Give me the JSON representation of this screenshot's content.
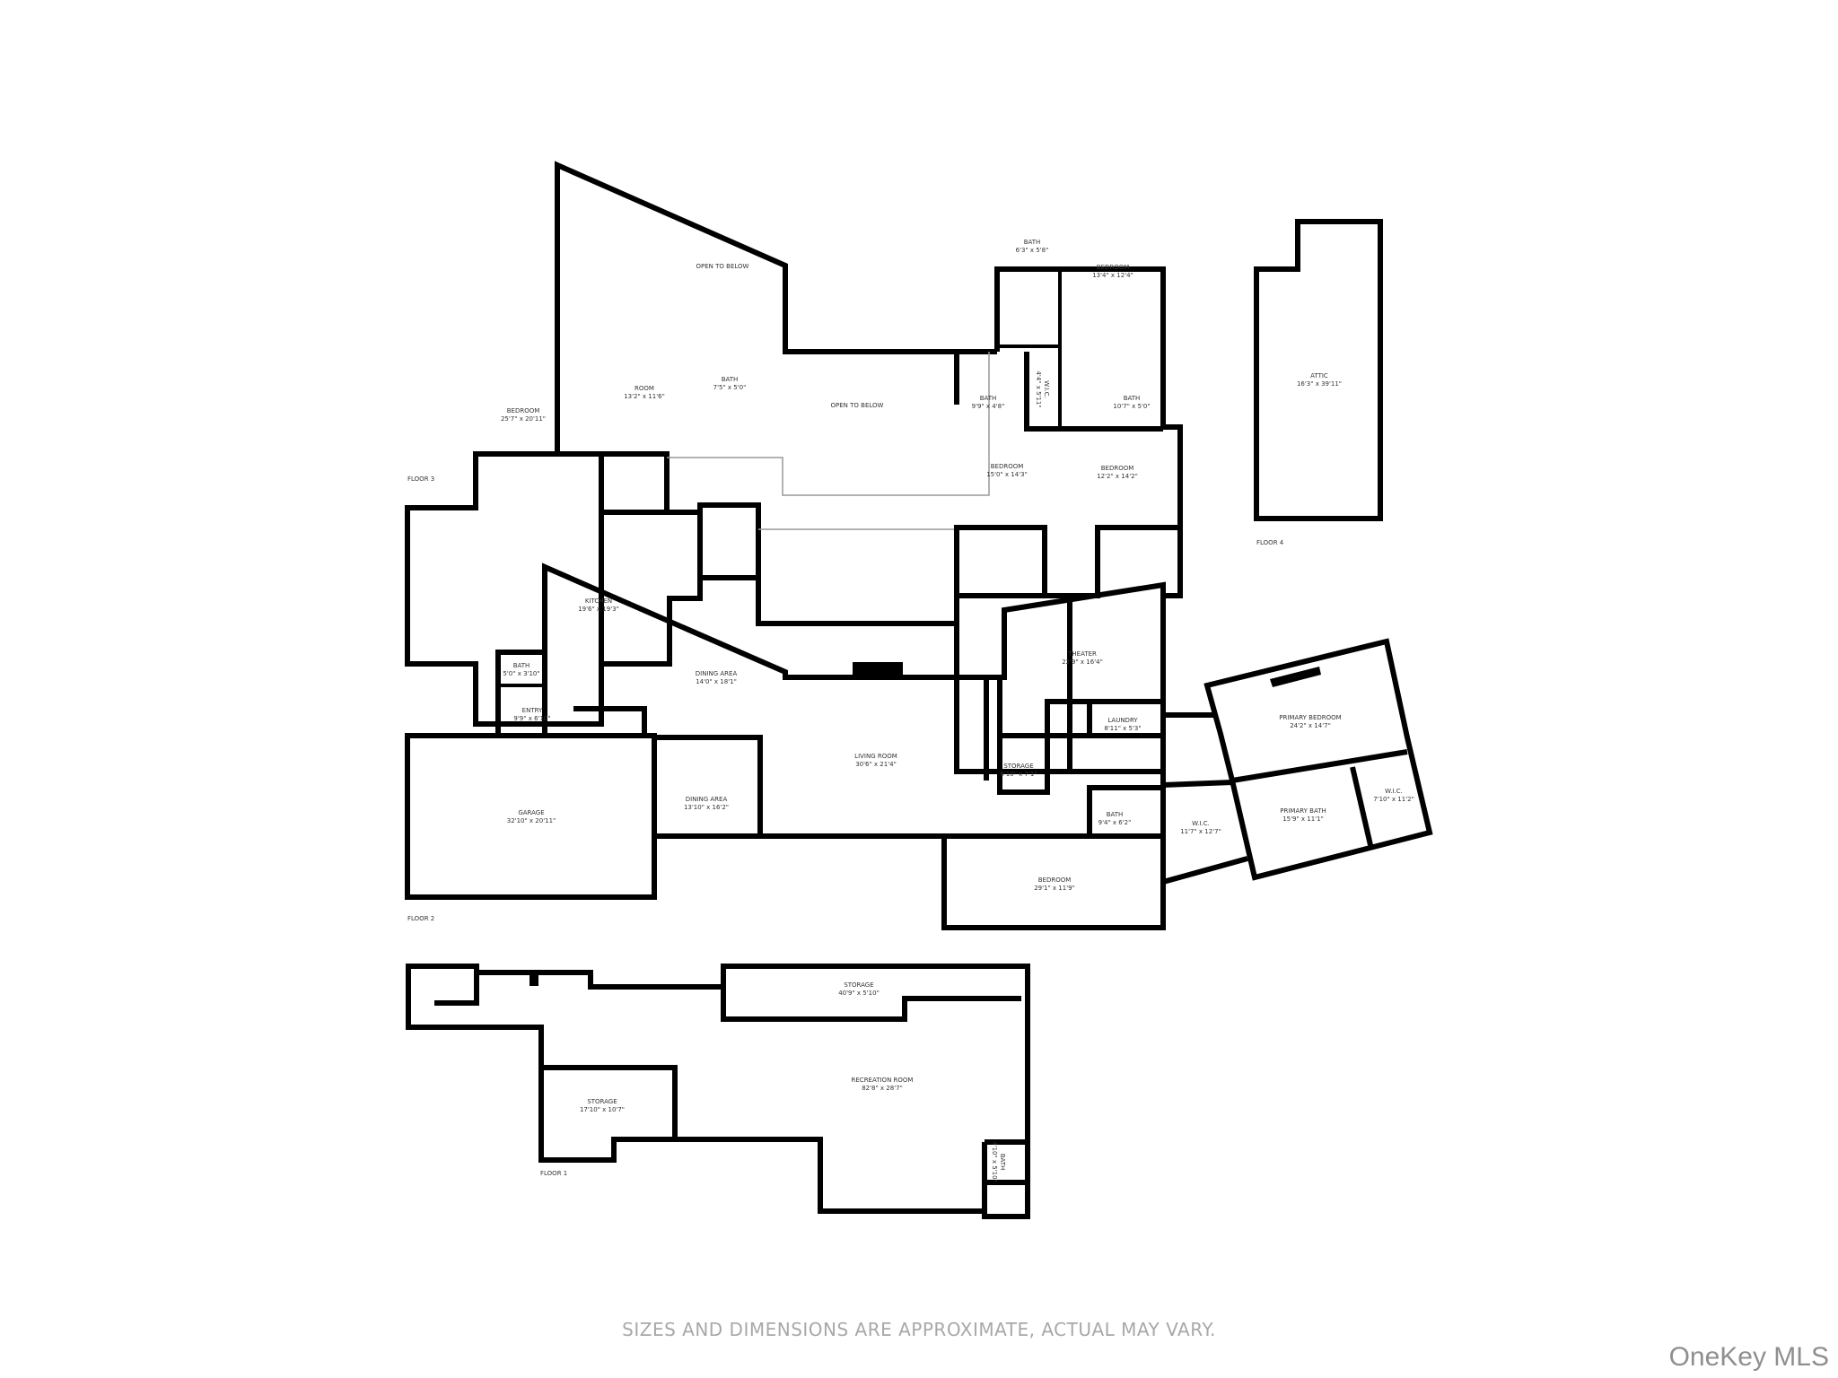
{
  "floors": {
    "floor3": {
      "label": "FLOOR 3",
      "rooms": [
        {
          "name": "OPEN TO BELOW",
          "dims": ""
        },
        {
          "name": "BEDROOM",
          "dims": "25'7\" x 20'11\""
        },
        {
          "name": "ROOM",
          "dims": "13'2\" x 11'6\""
        },
        {
          "name": "BATH",
          "dims": "7'5\" x 5'0\""
        },
        {
          "name": "OPEN TO BELOW",
          "dims": ""
        },
        {
          "name": "BATH",
          "dims": "6'3\" x 5'8\""
        },
        {
          "name": "BEDROOM",
          "dims": "13'4\" x 12'4\""
        },
        {
          "name": "W.I.C.",
          "dims": "4'4\" x 5'11\""
        },
        {
          "name": "BATH",
          "dims": "9'9\" x 4'8\""
        },
        {
          "name": "BATH",
          "dims": "10'7\" x 5'0\""
        },
        {
          "name": "BEDROOM",
          "dims": "15'0\" x 14'3\""
        },
        {
          "name": "BEDROOM",
          "dims": "12'2\" x 14'2\""
        }
      ]
    },
    "floor4": {
      "label": "FLOOR 4",
      "rooms": [
        {
          "name": "ATTIC",
          "dims": "16'3\" x 39'11\""
        }
      ]
    },
    "floor2": {
      "label": "FLOOR 2",
      "rooms": [
        {
          "name": "KITCHEN",
          "dims": "19'6\" x 19'3\""
        },
        {
          "name": "DINING AREA",
          "dims": "14'0\" x 18'1\""
        },
        {
          "name": "BATH",
          "dims": "5'0\" x 3'10\""
        },
        {
          "name": "ENTRY",
          "dims": "9'9\" x 6'10\""
        },
        {
          "name": "GARAGE",
          "dims": "32'10\" x 20'11\""
        },
        {
          "name": "DINING AREA",
          "dims": "13'10\" x 16'2\""
        },
        {
          "name": "LIVING ROOM",
          "dims": "30'6\" x 21'4\""
        },
        {
          "name": "THEATER",
          "dims": "22'9\" x 16'4\""
        },
        {
          "name": "LAUNDRY",
          "dims": "8'11\" x 5'3\""
        },
        {
          "name": "STORAGE",
          "dims": "6'10\" x 7'1\""
        },
        {
          "name": "BATH",
          "dims": "9'4\" x 6'2\""
        },
        {
          "name": "BEDROOM",
          "dims": "29'1\" x 11'9\""
        },
        {
          "name": "PRIMARY BEDROOM",
          "dims": "24'2\" x 14'7\""
        },
        {
          "name": "PRIMARY BATH",
          "dims": "15'9\" x 11'1\""
        },
        {
          "name": "W.I.C.",
          "dims": "11'7\" x 12'7\""
        },
        {
          "name": "W.I.C.",
          "dims": "7'10\" x 11'2\""
        }
      ]
    },
    "floor1": {
      "label": "FLOOR 1",
      "rooms": [
        {
          "name": "STORAGE",
          "dims": "40'9\" x 5'10\""
        },
        {
          "name": "RECREATION ROOM",
          "dims": "82'8\" x 28'7\""
        },
        {
          "name": "STORAGE",
          "dims": "17'10\" x 10'7\""
        },
        {
          "name": "BATH",
          "dims": "4'10\" x 5'10\""
        }
      ]
    }
  },
  "footer": {
    "disclaimer": "SIZES AND DIMENSIONS ARE APPROXIMATE, ACTUAL MAY VARY.",
    "logo": "OneKey MLS"
  }
}
